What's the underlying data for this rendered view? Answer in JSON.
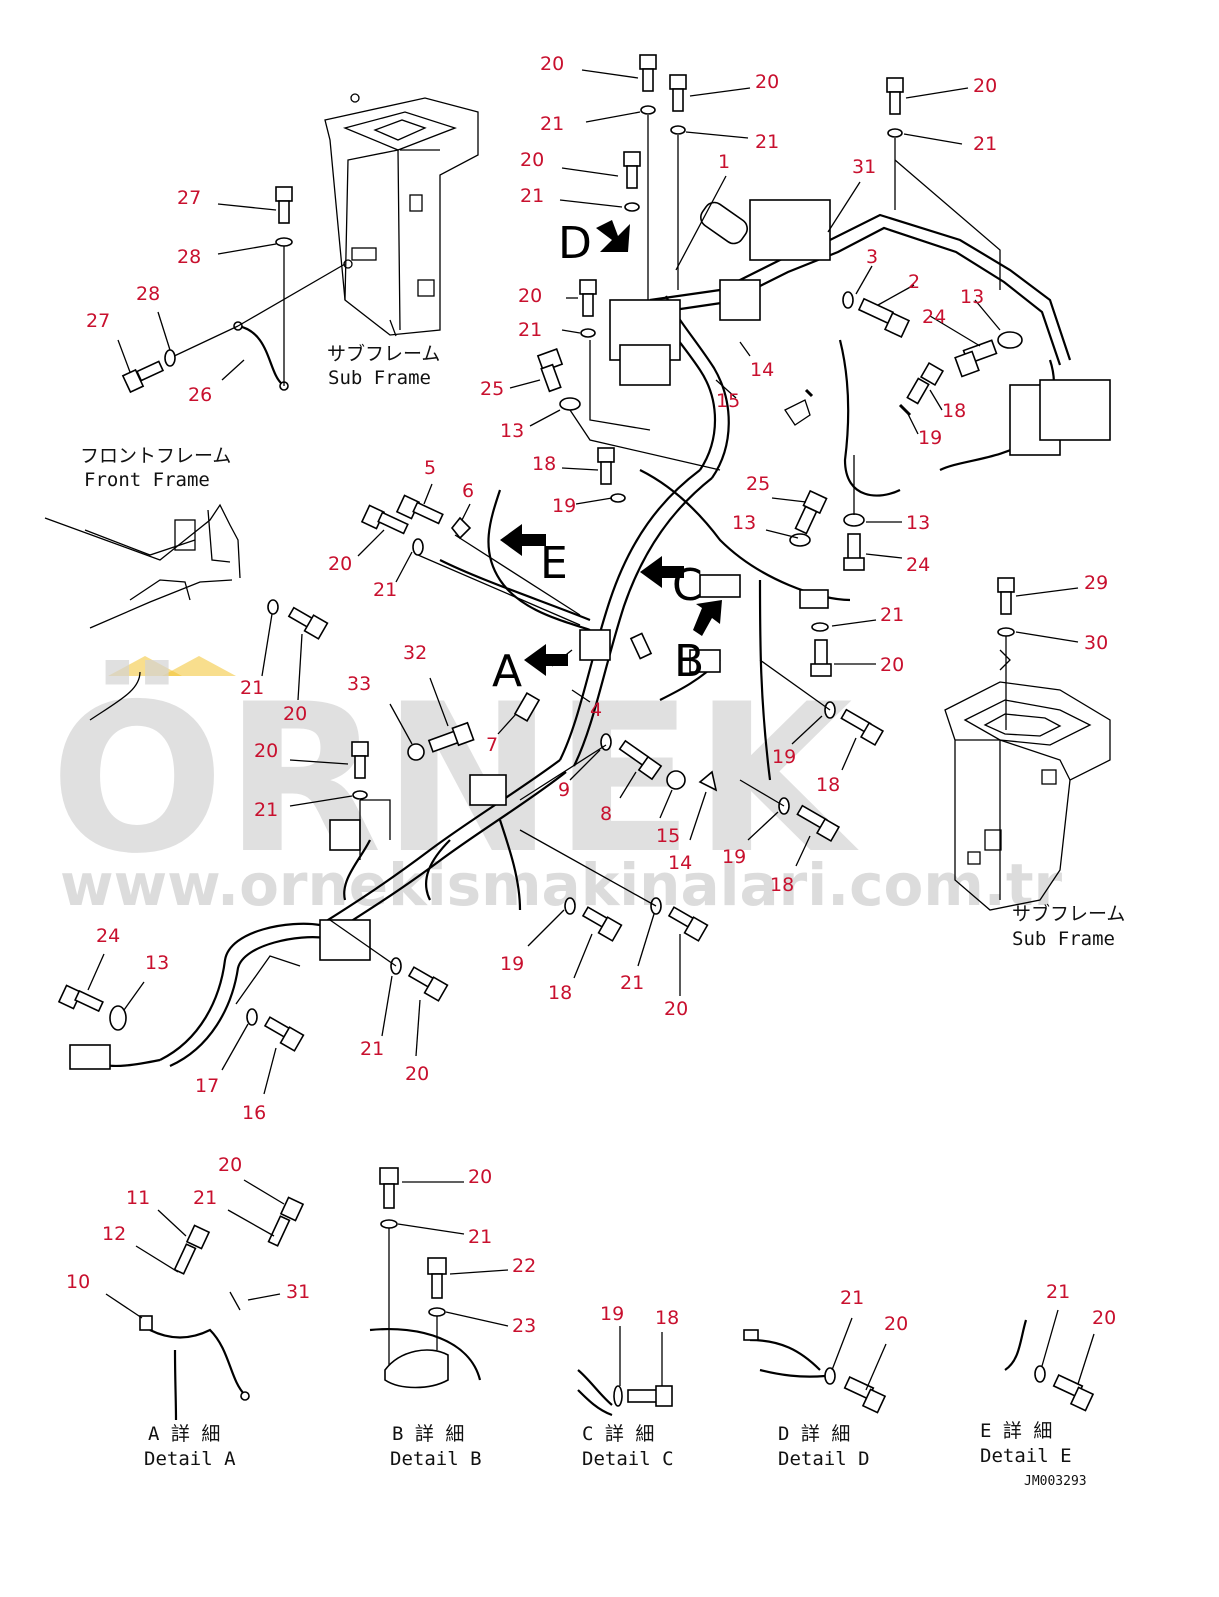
{
  "watermark": {
    "brand": "ÖRNEK",
    "url": "www.ornekismakinalari.com.tr",
    "color": "#d4d4d4",
    "accent": "#f2c230"
  },
  "labels": {
    "sub_frame_jp": "サブフレーム",
    "sub_frame_en": "Sub Frame",
    "front_frame_jp": "フロントフレーム",
    "front_frame_en": "Front Frame",
    "detail_a_jp": "A 詳 細",
    "detail_a_en": "Detail A",
    "detail_b_jp": "B 詳 細",
    "detail_b_en": "Detail B",
    "detail_c_jp": "C 詳 細",
    "detail_c_en": "Detail C",
    "detail_d_jp": "D 詳 細",
    "detail_d_en": "Detail D",
    "detail_e_jp": "E 詳 細",
    "detail_e_en": "Detail E",
    "drawing_code": "JM003293",
    "view_a": "A",
    "view_b": "B",
    "view_c": "C",
    "view_d": "D",
    "view_e": "E"
  },
  "callouts": {
    "c1": "20",
    "c2": "21",
    "c3": "20",
    "c4": "21",
    "c5": "20",
    "c6": "21",
    "c7": "1",
    "c8": "31",
    "c9": "20",
    "c10": "21",
    "c11": "20",
    "c12": "21",
    "c13": "3",
    "c14": "2",
    "c15": "13",
    "c16": "24",
    "c17": "14",
    "c18": "15",
    "c19": "18",
    "c20": "19",
    "c21": "25",
    "c22": "13",
    "c23": "27",
    "c24": "28",
    "c25": "28",
    "c26": "27",
    "c27": "26",
    "c28": "5",
    "c29": "6",
    "c30": "18",
    "c31": "19",
    "c32": "25",
    "c33": "13",
    "c34": "13",
    "c35": "24",
    "c36": "20",
    "c37": "21",
    "c38": "21",
    "c39": "20",
    "c40": "29",
    "c41": "30",
    "c42": "21",
    "c43": "20",
    "c44": "32",
    "c45": "33",
    "c46": "4",
    "c47": "7",
    "c48": "20",
    "c49": "21",
    "c50": "9",
    "c51": "8",
    "c52": "15",
    "c53": "14",
    "c54": "19",
    "c55": "18",
    "c56": "19",
    "c57": "18",
    "c58": "24",
    "c59": "13",
    "c60": "19",
    "c61": "18",
    "c62": "21",
    "c63": "20",
    "c64": "21",
    "c65": "20",
    "c66": "17",
    "c67": "16",
    "c68": "20",
    "c69": "11",
    "c70": "21",
    "c71": "12",
    "c72": "10",
    "c73": "31",
    "c74": "20",
    "c75": "21",
    "c76": "22",
    "c77": "23",
    "c78": "19",
    "c79": "18",
    "c80": "21",
    "c81": "20",
    "c82": "21",
    "c83": "20"
  }
}
